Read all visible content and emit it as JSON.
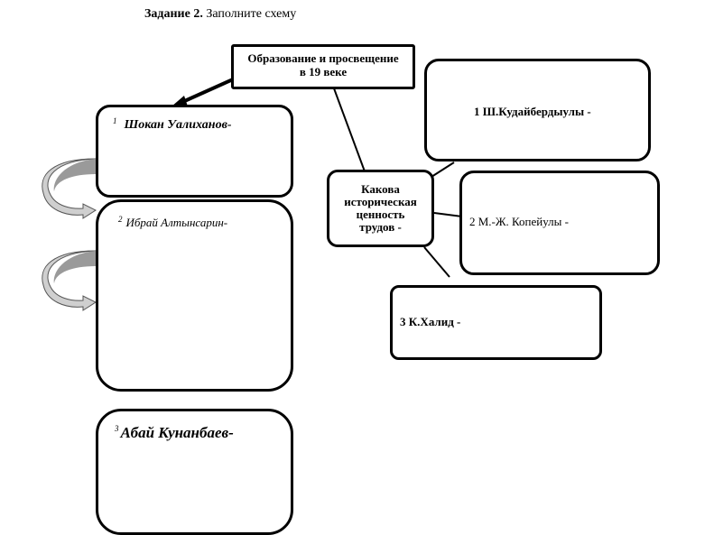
{
  "header": {
    "task_bold": "Задание 2.",
    "task_text": " Заполните схему"
  },
  "center": {
    "line1": "Образование и просвещение",
    "line2": "в 19 веке"
  },
  "question": {
    "line1": "Какова",
    "line2": "историческая",
    "line3": "ценность",
    "line4": "трудов -"
  },
  "left_boxes": [
    {
      "num": "1",
      "label": "Шокан Уалиханов-"
    },
    {
      "num": "2",
      "label": "Ибрай Алтынсарин-"
    },
    {
      "num": "3",
      "label": "Абай Кунанбаев-"
    }
  ],
  "right_boxes": [
    {
      "label": "1 Ш.Кудайбердыулы -"
    },
    {
      "label": "2 М.-Ж. Копейулы -"
    },
    {
      "label": "3 К.Халид -"
    }
  ]
}
